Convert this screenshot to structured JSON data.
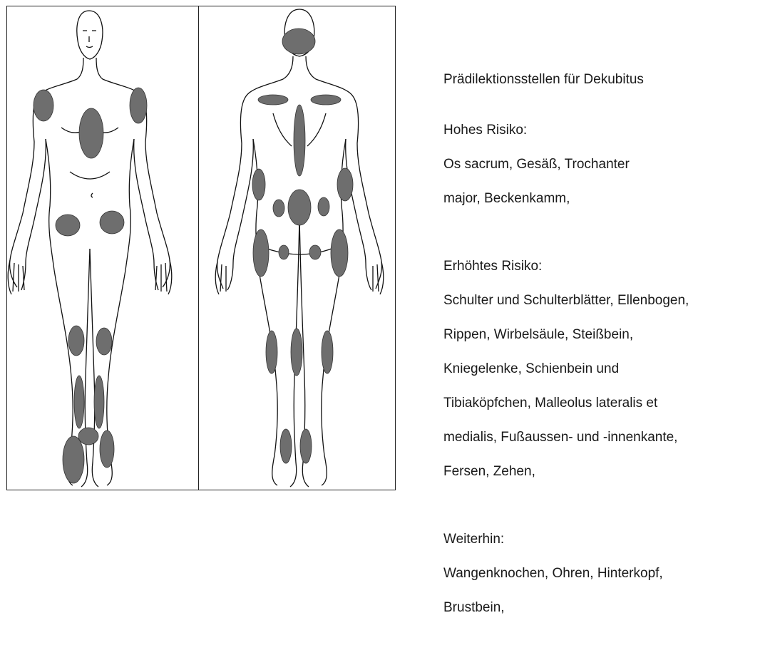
{
  "colors": {
    "outline": "#111111",
    "pressure_zone": "#6e6e6e",
    "background": "#ffffff",
    "text": "#1a1a1a"
  },
  "legend": {
    "title": "Prädilektionsstellen für Dekubitus",
    "sections": [
      {
        "heading": "Hohes Risiko:",
        "lines": [
          "Os sacrum, Gesäß, Trochanter",
          "major, Beckenkamm,"
        ]
      },
      {
        "heading": "Erhöhtes Risiko:",
        "lines": [
          "Schulter und Schulterblätter, Ellenbogen,",
          "Rippen, Wirbelsäule, Steißbein,",
          "Kniegelenke, Schienbein und",
          "Tibiaköpfchen, Malleolus lateralis et",
          "medialis, Fußaussen- und -innenkante,",
          "Fersen, Zehen,"
        ]
      },
      {
        "heading": "Weiterhin:",
        "lines": [
          "Wangenknochen, Ohren, Hinterkopf,",
          "Brustbein,"
        ]
      }
    ]
  },
  "figures": {
    "front_view": "front-body-figure",
    "back_view": "back-body-figure"
  }
}
